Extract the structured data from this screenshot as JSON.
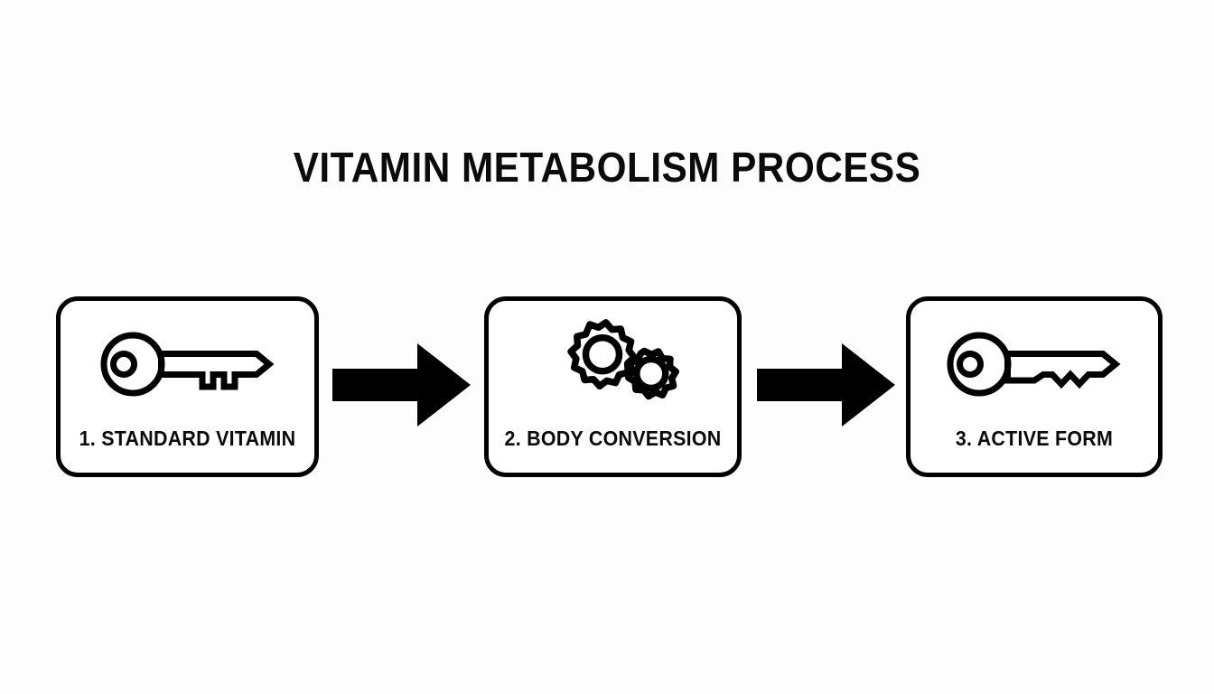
{
  "page": {
    "title": "VITAMIN METABOLISM PROCESS",
    "background_color": "#fdfdfd",
    "ink_color": "#000000"
  },
  "diagram": {
    "type": "linear-process-flow",
    "orientation": "horizontal",
    "step_count": 3,
    "steps": [
      {
        "number": "1",
        "label": "1. STANDARD VITAMIN",
        "icon": "key-icon",
        "icon_description": "outline key with round bow and square teeth"
      },
      {
        "number": "2",
        "label": "2. BODY CONVERSION",
        "icon": "gears-icon",
        "icon_description": "two interlocking outline gears"
      },
      {
        "number": "3",
        "label": "3. ACTIVE FORM",
        "icon": "key-zigzag-icon",
        "icon_description": "outline key with round bow and zigzag teeth"
      }
    ],
    "connectors": [
      {
        "name": "arrow-step1-to-step2",
        "direction": "right",
        "style": "solid-block-arrow"
      },
      {
        "name": "arrow-step2-to-step3",
        "direction": "right",
        "style": "solid-block-arrow"
      }
    ]
  }
}
